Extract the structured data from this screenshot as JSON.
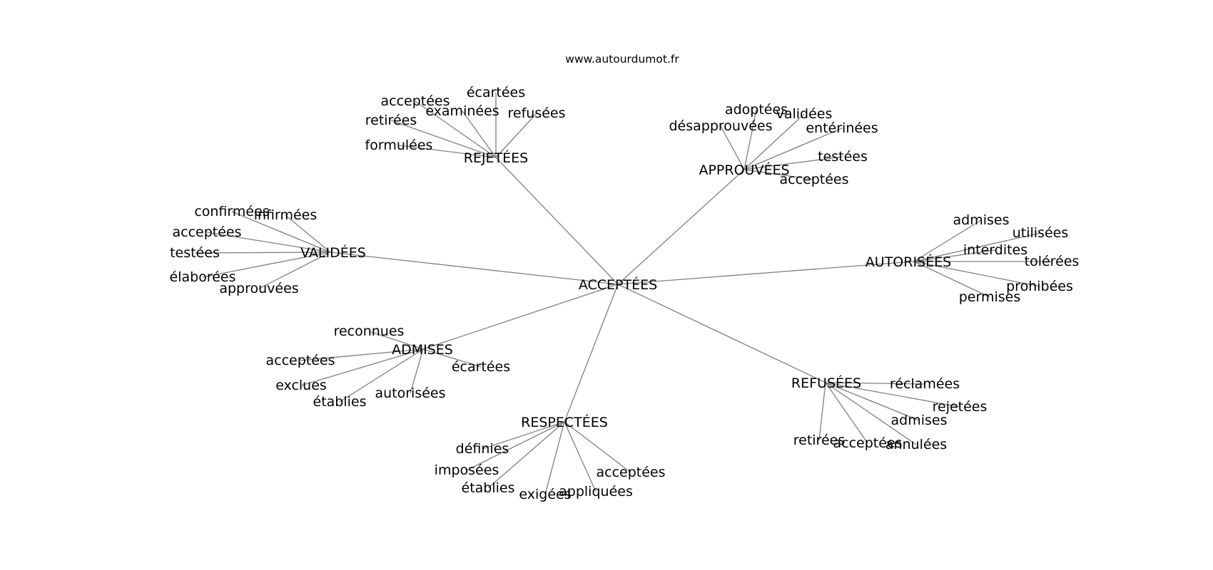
{
  "site": "www.autourdumot.fr",
  "center": "ACCEPTÉES",
  "clusters": [
    {
      "label": "REJETÉES",
      "leaves": [
        "acceptées",
        "écartées",
        "examinées",
        "refusées",
        "retirées",
        "formulées"
      ]
    },
    {
      "label": "APPROUVÉES",
      "leaves": [
        "adoptées",
        "validées",
        "désapprouvées",
        "entérinées",
        "testées",
        "acceptées"
      ]
    },
    {
      "label": "VALIDÉES",
      "leaves": [
        "confirmées",
        "infirmées",
        "acceptées",
        "testées",
        "élaborées",
        "approuvées"
      ]
    },
    {
      "label": "AUTORISÉES",
      "leaves": [
        "admises",
        "utilisées",
        "interdites",
        "tolérées",
        "prohibées",
        "permises"
      ]
    },
    {
      "label": "ADMISES",
      "leaves": [
        "reconnues",
        "acceptées",
        "écartées",
        "exclues",
        "autorisées",
        "établies"
      ]
    },
    {
      "label": "RESPECTÉES",
      "leaves": [
        "définies",
        "imposées",
        "acceptées",
        "établies",
        "appliquées",
        "exigées"
      ]
    },
    {
      "label": "REFUSÉES",
      "leaves": [
        "réclamées",
        "rejetées",
        "admises",
        "retirées",
        "acceptées",
        "annulées"
      ]
    }
  ]
}
